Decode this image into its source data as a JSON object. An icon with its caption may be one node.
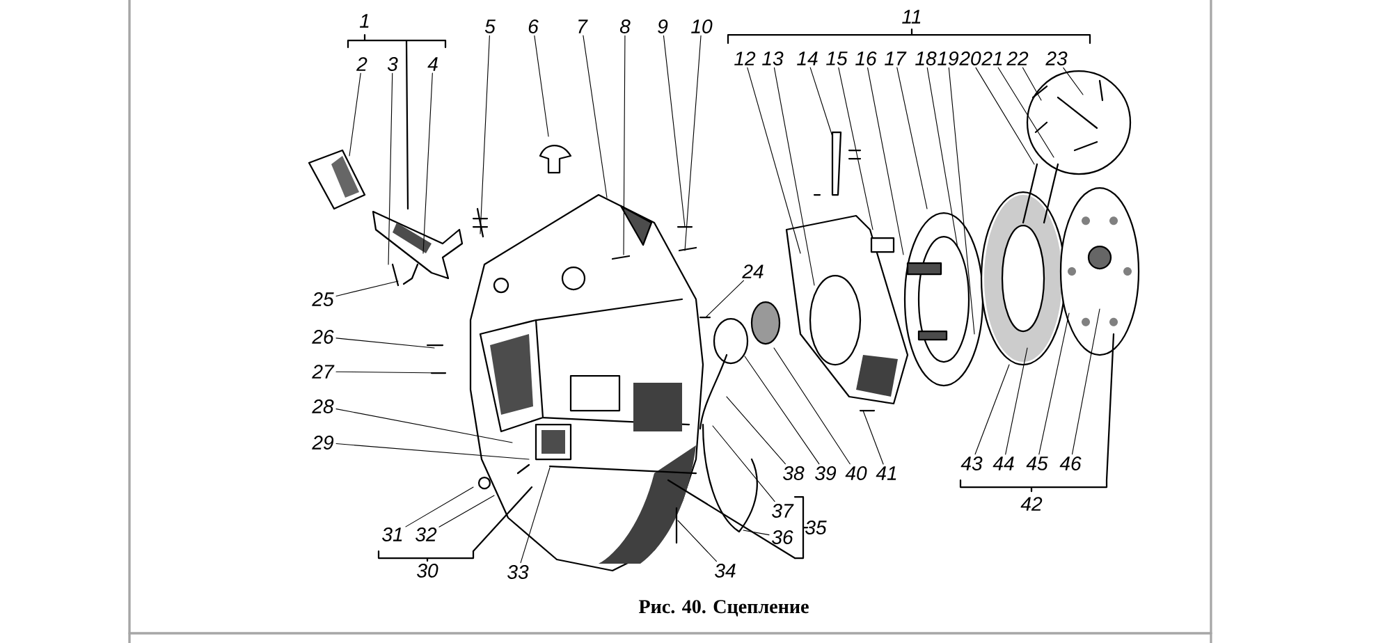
{
  "diagram": {
    "caption": "Рис. 40. Сцепление",
    "nodes": [
      {
        "text": [
          "1"
        ]
      },
      {
        "text": [
          "2"
        ]
      },
      {
        "text": [
          "3"
        ]
      },
      {
        "text": [
          "4"
        ]
      },
      {
        "text": [
          "5"
        ]
      },
      {
        "text": [
          "6"
        ]
      },
      {
        "text": [
          "7"
        ]
      },
      {
        "text": [
          "8"
        ]
      },
      {
        "text": [
          "9"
        ]
      },
      {
        "text": [
          "10"
        ]
      },
      {
        "text": [
          "11"
        ]
      },
      {
        "text": [
          "12"
        ]
      },
      {
        "text": [
          "13"
        ]
      },
      {
        "text": [
          "14"
        ]
      },
      {
        "text": [
          "15"
        ]
      },
      {
        "text": [
          "16"
        ]
      },
      {
        "text": [
          "17"
        ]
      },
      {
        "text": [
          "18"
        ]
      },
      {
        "text": [
          "19"
        ]
      },
      {
        "text": [
          "20"
        ]
      },
      {
        "text": [
          "21"
        ]
      },
      {
        "text": [
          "22"
        ]
      },
      {
        "text": [
          "23"
        ]
      },
      {
        "text": [
          "24"
        ]
      },
      {
        "text": [
          "25"
        ]
      },
      {
        "text": [
          "26"
        ]
      },
      {
        "text": [
          "27"
        ]
      },
      {
        "text": [
          "28"
        ]
      },
      {
        "text": [
          "29"
        ]
      },
      {
        "text": [
          "30"
        ]
      },
      {
        "text": [
          "31"
        ]
      },
      {
        "text": [
          "32"
        ]
      },
      {
        "text": [
          "33"
        ]
      },
      {
        "text": [
          "34"
        ]
      },
      {
        "text": [
          "35"
        ]
      },
      {
        "text": [
          "36"
        ]
      },
      {
        "text": [
          "37"
        ]
      },
      {
        "text": [
          "38"
        ]
      },
      {
        "text": [
          "39"
        ]
      },
      {
        "text": [
          "40"
        ]
      },
      {
        "text": [
          "41"
        ]
      },
      {
        "text": [
          "42"
        ]
      },
      {
        "text": [
          "43"
        ]
      },
      {
        "text": [
          "44"
        ]
      },
      {
        "text": [
          "45"
        ]
      },
      {
        "text": [
          "46"
        ]
      }
    ],
    "edges": [
      {
        "from": 1,
        "to": null,
        "arrow": "none"
      },
      {
        "from": 2,
        "to": null,
        "arrow": "none"
      },
      {
        "from": 3,
        "to": null,
        "arrow": "none"
      },
      {
        "from": 4,
        "to": null,
        "arrow": "none"
      },
      {
        "from": 5,
        "to": null,
        "arrow": "none"
      },
      {
        "from": 6,
        "to": null,
        "arrow": "none"
      },
      {
        "from": 7,
        "to": null,
        "arrow": "none"
      },
      {
        "from": 8,
        "to": null,
        "arrow": "none"
      },
      {
        "from": 9,
        "to": null,
        "arrow": "none"
      },
      {
        "from": 11,
        "to": null,
        "arrow": "none"
      },
      {
        "from": 12,
        "to": null,
        "arrow": "none"
      },
      {
        "from": 13,
        "to": null,
        "arrow": "none"
      },
      {
        "from": 14,
        "to": null,
        "arrow": "none"
      },
      {
        "from": 15,
        "to": null,
        "arrow": "none"
      },
      {
        "from": 16,
        "to": null,
        "arrow": "none"
      },
      {
        "from": 17,
        "to": null,
        "arrow": "none"
      },
      {
        "from": 18,
        "to": null,
        "arrow": "none"
      },
      {
        "from": 19,
        "to": null,
        "arrow": "none"
      },
      {
        "from": 20,
        "to": null,
        "arrow": "none"
      },
      {
        "from": 21,
        "to": null,
        "arrow": "none"
      },
      {
        "from": 22,
        "to": null,
        "arrow": "none"
      },
      {
        "from": 23,
        "to": null,
        "arrow": "none"
      },
      {
        "from": 24,
        "to": null,
        "arrow": "none"
      },
      {
        "from": 25,
        "to": null,
        "arrow": "none"
      },
      {
        "from": 26,
        "to": null,
        "arrow": "none"
      },
      {
        "from": 27,
        "to": null,
        "arrow": "none"
      },
      {
        "from": 28,
        "to": null,
        "arrow": "none"
      },
      {
        "from": 30,
        "to": null,
        "arrow": "none"
      },
      {
        "from": 31,
        "to": null,
        "arrow": "none"
      },
      {
        "from": 32,
        "to": null,
        "arrow": "none"
      },
      {
        "from": 33,
        "to": null,
        "arrow": "none"
      },
      {
        "from": 35,
        "to": null,
        "arrow": "none"
      },
      {
        "from": 36,
        "to": null,
        "arrow": "none"
      },
      {
        "from": 37,
        "to": null,
        "arrow": "none"
      },
      {
        "from": 38,
        "to": null,
        "arrow": "none"
      },
      {
        "from": 39,
        "to": null,
        "arrow": "none"
      },
      {
        "from": 40,
        "to": null,
        "arrow": "none"
      },
      {
        "from": 42,
        "to": null,
        "arrow": "none"
      },
      {
        "from": 43,
        "to": null,
        "arrow": "none"
      },
      {
        "from": 44,
        "to": null,
        "arrow": "none"
      },
      {
        "from": 45,
        "to": null,
        "arrow": "none"
      }
    ]
  }
}
